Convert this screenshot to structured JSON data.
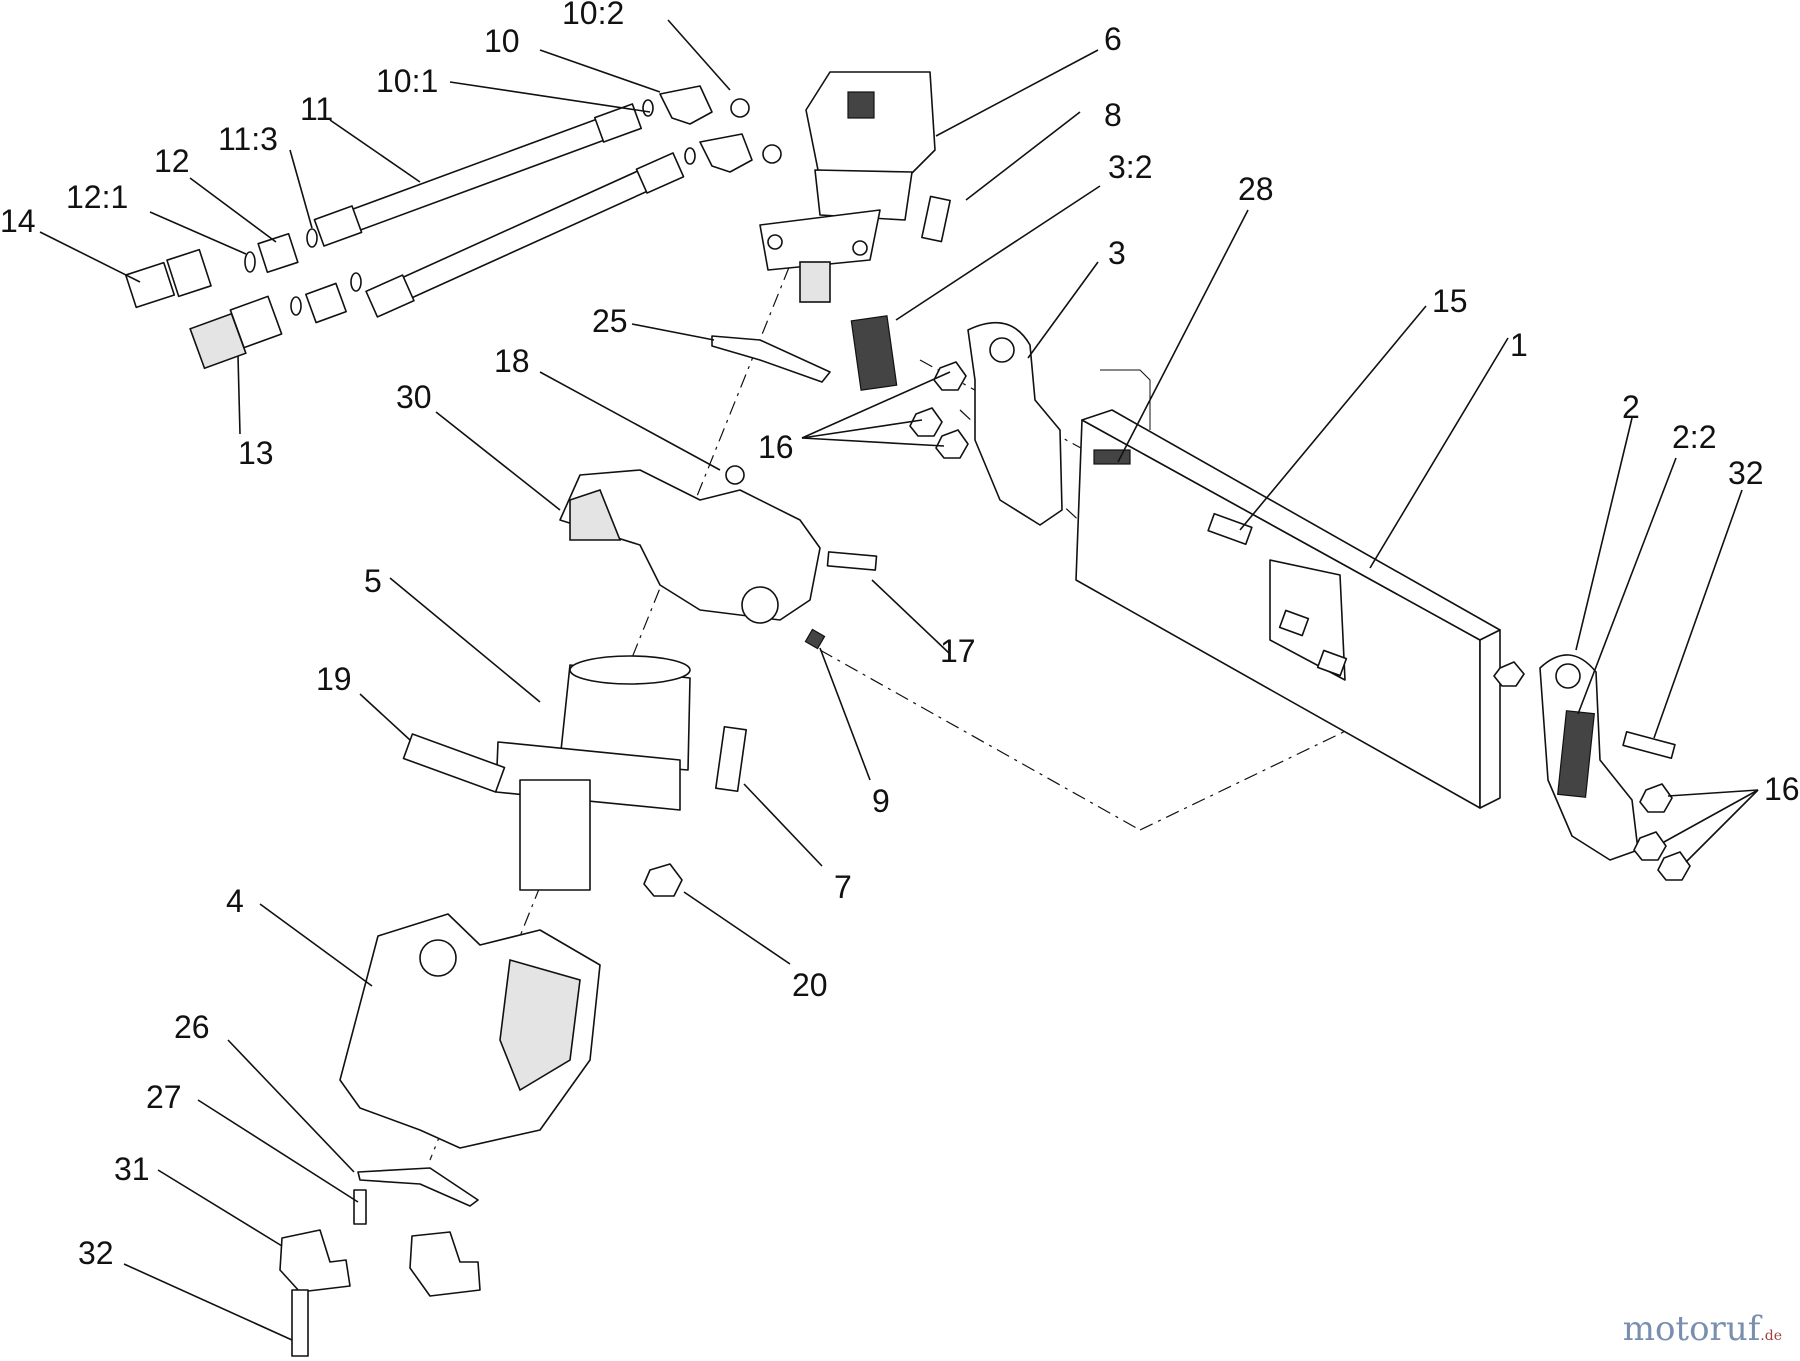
{
  "watermark": {
    "brand": "motoruf",
    "tld": ".de"
  },
  "callouts": {
    "c1": "1",
    "c2": "2",
    "c2_2": "2:2",
    "c3": "3",
    "c3_2": "3:2",
    "c4": "4",
    "c5": "5",
    "c6": "6",
    "c7": "7",
    "c8": "8",
    "c9": "9",
    "c10": "10",
    "c10_1": "10:1",
    "c10_2": "10:2",
    "c11": "11",
    "c11_3": "11:3",
    "c12": "12",
    "c12_1": "12:1",
    "c13": "13",
    "c14": "14",
    "c15": "15",
    "c16a": "16",
    "c16b": "16",
    "c17": "17",
    "c18": "18",
    "c19": "19",
    "c20": "20",
    "c25": "25",
    "c26": "26",
    "c27": "27",
    "c28": "28",
    "c30": "30",
    "c31": "31",
    "c32a": "32",
    "c32b": "32"
  }
}
